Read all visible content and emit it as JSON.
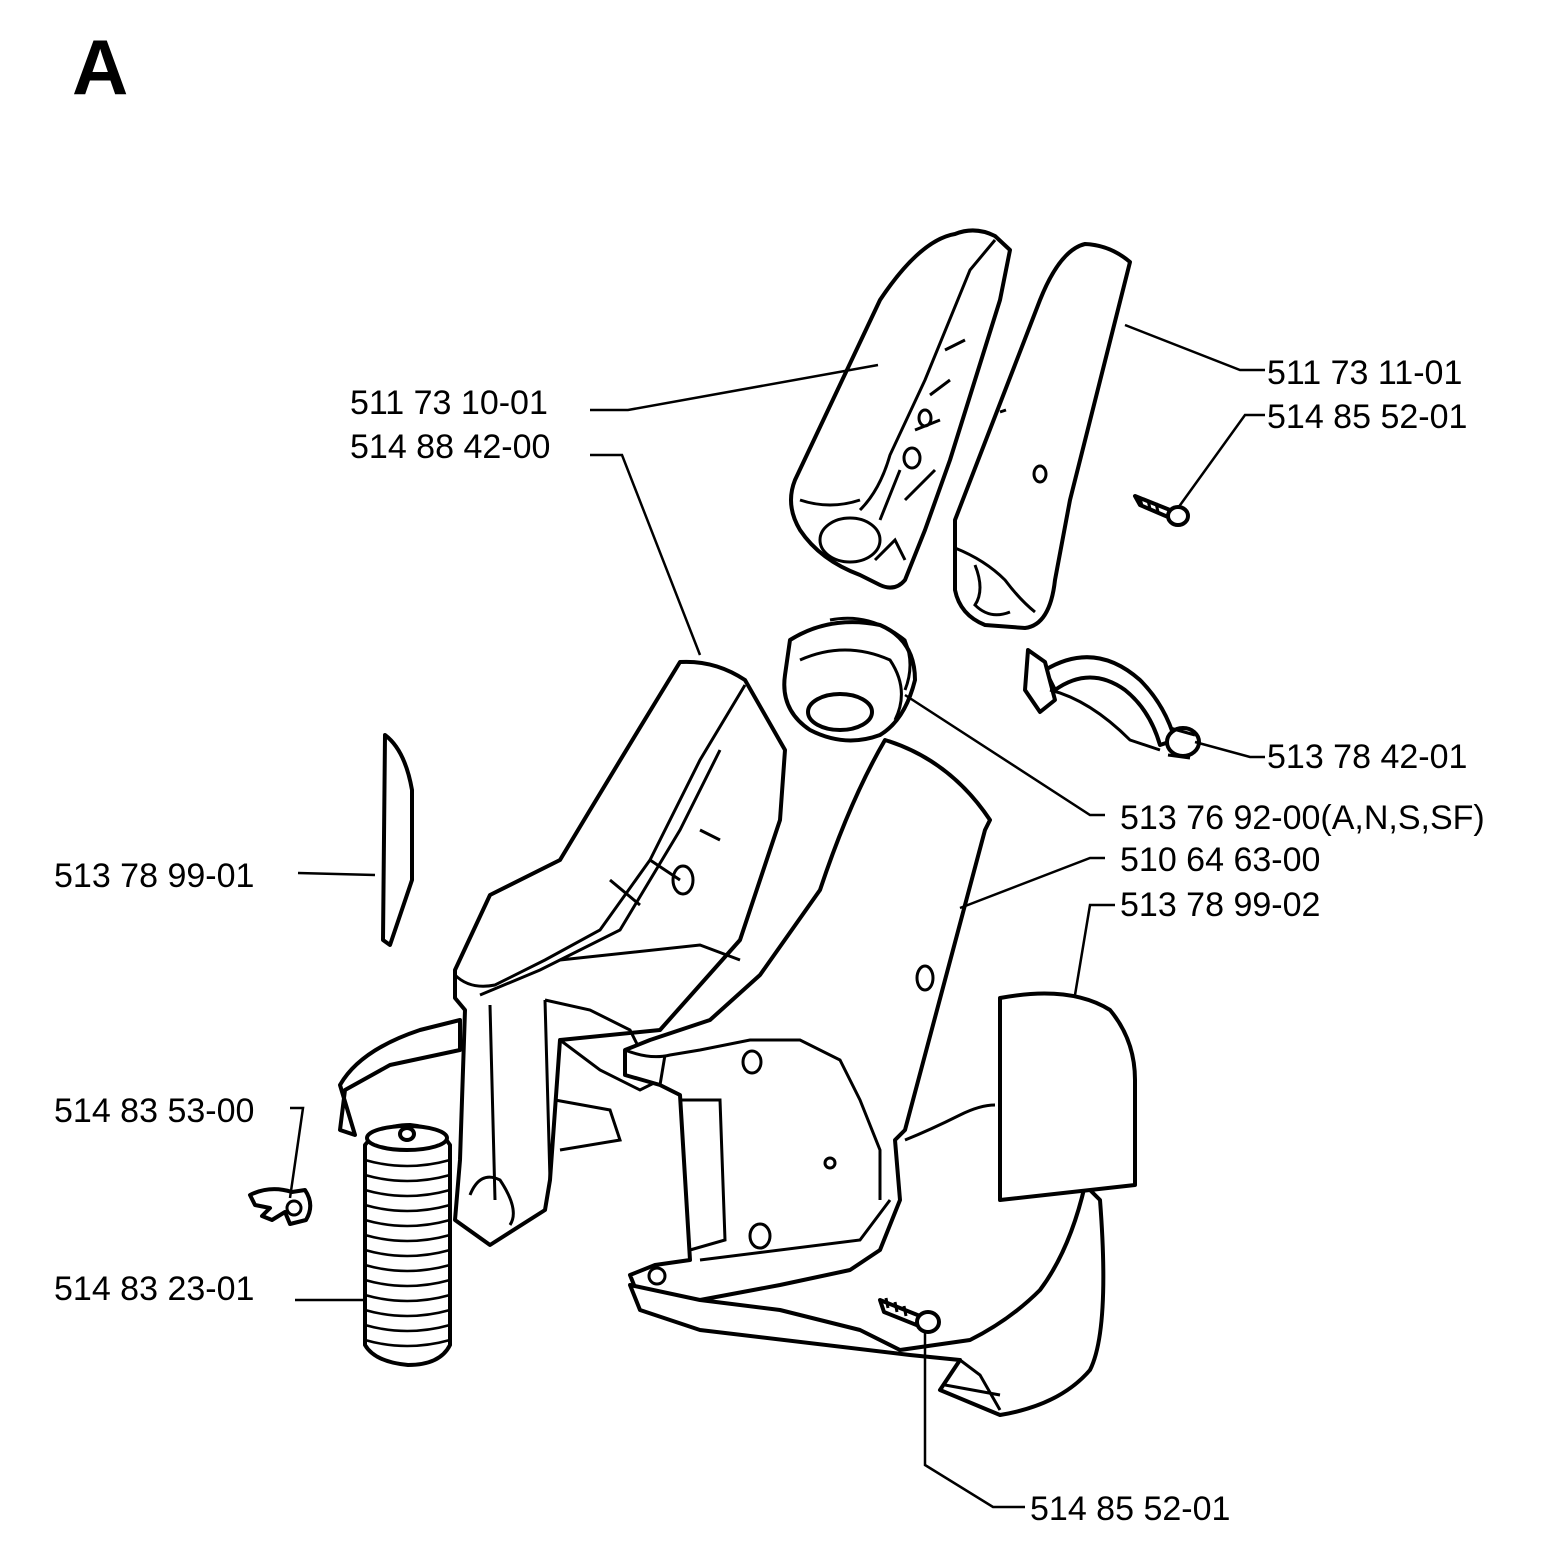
{
  "title": "A",
  "labels": {
    "p1": "511 73 10-01",
    "p2": "514 88 42-00",
    "p3": "511 73 11-01",
    "p4": "514 85 52-01",
    "p5": "513 78 42-01",
    "p6": "513 76 92-00(A,N,S,SF)",
    "p7": "510 64 63-00",
    "p8": "513 78 99-02",
    "p9": "513 78 99-01",
    "p10": "514 83 53-00",
    "p11": "514 83 23-01",
    "p12": "514 85 52-01"
  }
}
